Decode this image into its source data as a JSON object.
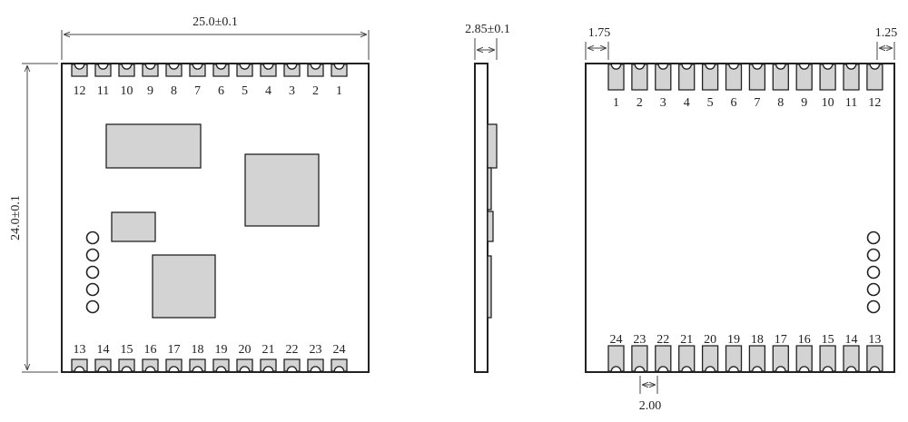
{
  "colors": {
    "line": "#222222",
    "fill": "#d3d3d3",
    "background": "#ffffff"
  },
  "front_view": {
    "width_label": "25.0±0.1",
    "height_label": "24.0±0.1",
    "top_pins": [
      "12",
      "11",
      "10",
      "9",
      "8",
      "7",
      "6",
      "5",
      "4",
      "3",
      "2",
      "1"
    ],
    "bottom_pins": [
      "13",
      "14",
      "15",
      "16",
      "17",
      "18",
      "19",
      "20",
      "21",
      "22",
      "23",
      "24"
    ],
    "test_holes": 5
  },
  "side_view": {
    "thickness_label": "2.85±0.1"
  },
  "back_view": {
    "left_margin_label": "1.75",
    "right_margin_label": "1.25",
    "pitch_label": "2.00",
    "top_pins": [
      "1",
      "2",
      "3",
      "4",
      "5",
      "6",
      "7",
      "8",
      "9",
      "10",
      "11",
      "12"
    ],
    "bottom_pins": [
      "24",
      "23",
      "22",
      "21",
      "20",
      "19",
      "18",
      "17",
      "16",
      "15",
      "14",
      "13"
    ],
    "test_holes": 5
  }
}
